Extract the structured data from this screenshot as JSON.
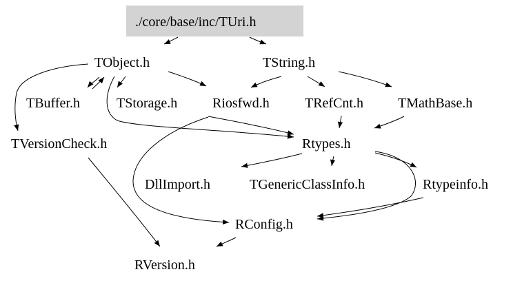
{
  "nodes": {
    "root": "./core/base/inc/TUri.h",
    "tobject": "TObject.h",
    "tstring": "TString.h",
    "tbuffer": "TBuffer.h",
    "tstorage": "TStorage.h",
    "riosfwd": "Riosfwd.h",
    "trefcnt": "TRefCnt.h",
    "tmathbase": "TMathBase.h",
    "tversioncheck": "TVersionCheck.h",
    "rtypes": "Rtypes.h",
    "dllimport": "DllImport.h",
    "tgenericclassinfo": "TGenericClassInfo.h",
    "rtypeinfo": "Rtypeinfo.h",
    "rconfig": "RConfig.h",
    "rversion": "RVersion.h"
  },
  "edges": [
    [
      "root",
      "tobject"
    ],
    [
      "root",
      "tstring"
    ],
    [
      "tobject",
      "tbuffer"
    ],
    [
      "tobject",
      "tstorage"
    ],
    [
      "tobject",
      "riosfwd"
    ],
    [
      "tobject",
      "tversioncheck"
    ],
    [
      "tobject",
      "rtypes"
    ],
    [
      "tstring",
      "riosfwd"
    ],
    [
      "tstring",
      "trefcnt"
    ],
    [
      "tstring",
      "tmathbase"
    ],
    [
      "tbuffer",
      "tobject"
    ],
    [
      "riosfwd",
      "rtypes"
    ],
    [
      "riosfwd",
      "rconfig"
    ],
    [
      "trefcnt",
      "rtypes"
    ],
    [
      "tmathbase",
      "rtypes"
    ],
    [
      "rtypes",
      "dllimport"
    ],
    [
      "rtypes",
      "tgenericclassinfo"
    ],
    [
      "rtypes",
      "rtypeinfo"
    ],
    [
      "rtypes",
      "rconfig"
    ],
    [
      "rtypeinfo",
      "rconfig"
    ],
    [
      "tversioncheck",
      "rversion"
    ],
    [
      "rconfig",
      "rversion"
    ]
  ],
  "colors": {
    "root_fill": "#d3d3d3",
    "edge": "#000000",
    "text": "#000000"
  }
}
